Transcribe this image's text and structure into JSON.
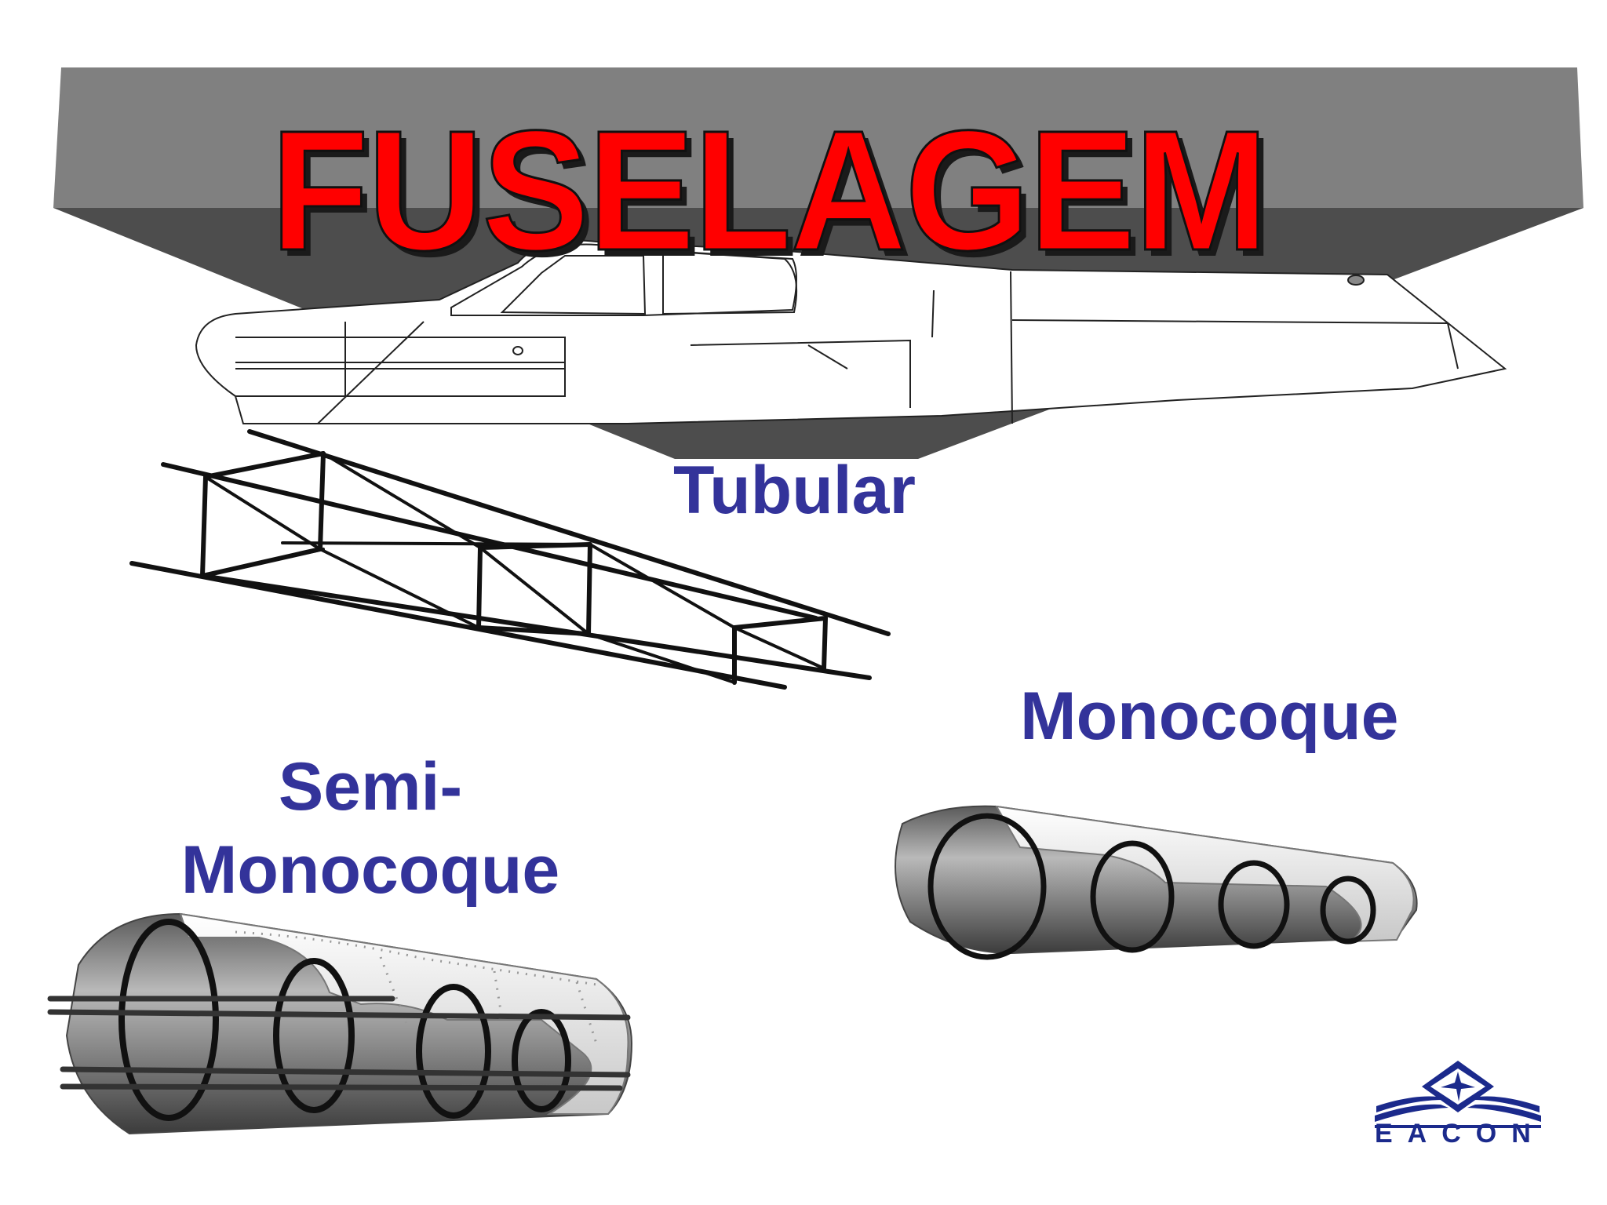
{
  "slide": {
    "title": "FUSELAGEM",
    "labels": {
      "tubular": "Tubular",
      "monocoque": "Monocoque",
      "semi_monocoque": "Semi-\nMonocoque"
    },
    "logo_text": "EACON"
  },
  "colors": {
    "title_red": "#ff0000",
    "label_blue": "#33339a",
    "banner_light": "#808080",
    "banner_dark": "#4d4d4d",
    "logo_blue": "#1b2a8c"
  },
  "icons": {
    "aircraft": "airplane-outline-icon",
    "tubular_frame": "truss-frame-icon",
    "monocoque": "monocoque-shell-icon",
    "semi_monocoque": "semi-monocoque-shell-icon",
    "logo": "eacon-logo-icon"
  }
}
